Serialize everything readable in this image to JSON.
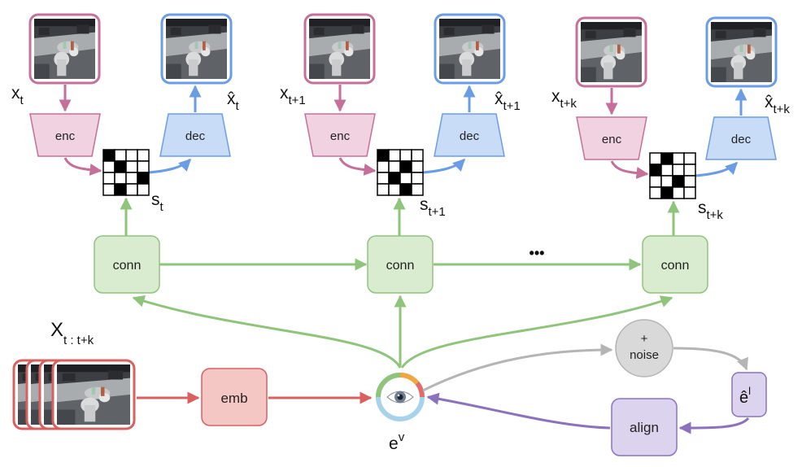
{
  "colors": {
    "pink_stroke": "#c56f9b",
    "pink_fill": "#f1d2e1",
    "blue_stroke": "#6a9de6",
    "blue_fill": "#c9dcf7",
    "green_stroke": "#8ec57b",
    "green_fill": "#d9ecd0",
    "red_stroke": "#d9605f",
    "red_fill": "#f4c6c4",
    "purple_stroke": "#8c72bd",
    "purple_fill": "#dcd3ee",
    "gray_stroke": "#b5b5b5",
    "gray_fill": "#d9d9d9"
  },
  "icons": {
    "frames": "robot-scene-thumbnail-icon",
    "grid": "binary-grid-icon",
    "eye": "eye-icon"
  },
  "columns": [
    {
      "x_var": "x",
      "x_sub": "t",
      "xhat_var": "x̂",
      "xhat_sub": "t",
      "s_var": "s",
      "s_sub": "t",
      "enc_label": "enc",
      "dec_label": "dec",
      "conn_label": "conn"
    },
    {
      "x_var": "x",
      "x_sub": "t+1",
      "xhat_var": "x̂",
      "xhat_sub": "t+1",
      "s_var": "s",
      "s_sub": "t+1",
      "enc_label": "enc",
      "dec_label": "dec",
      "conn_label": "conn"
    },
    {
      "x_var": "x",
      "x_sub": "t+k",
      "xhat_var": "x̂",
      "xhat_sub": "t+k",
      "s_var": "s",
      "s_sub": "t+k",
      "enc_label": "enc",
      "dec_label": "dec",
      "conn_label": "conn"
    }
  ],
  "ellipsis": "•••",
  "sequence": {
    "var": "X",
    "sub": "t : t+k"
  },
  "emb_label": "emb",
  "ev": {
    "var": "e",
    "sup": "v"
  },
  "noise": {
    "line1": "+",
    "line2": "noise"
  },
  "el": {
    "var": "ê",
    "sup": "l"
  },
  "align_label": "align"
}
